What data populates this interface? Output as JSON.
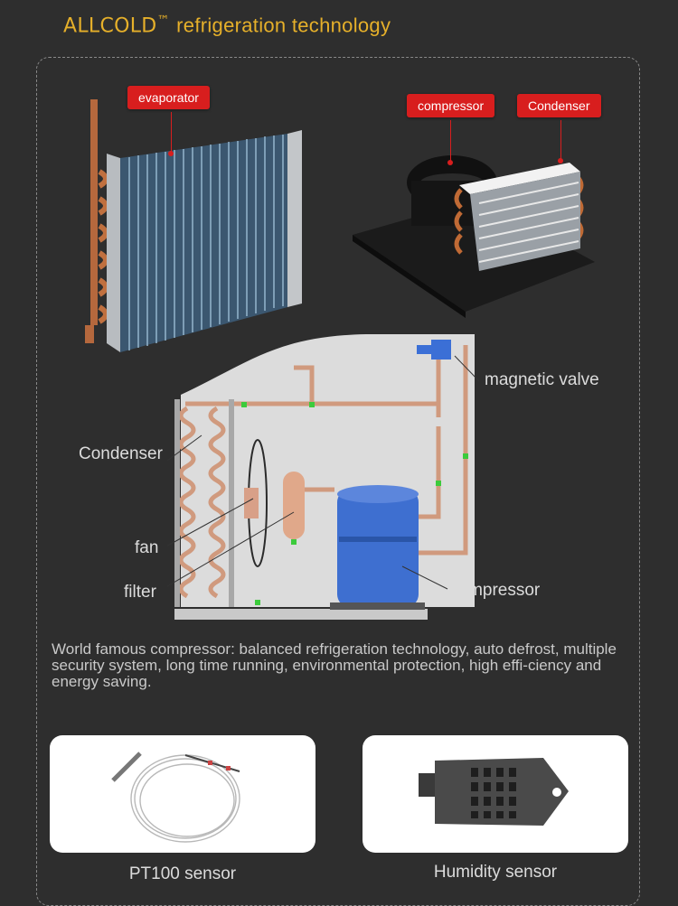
{
  "header": {
    "brand": "ALLCOLD",
    "trademark": "™",
    "title": "refrigeration technology"
  },
  "callouts": {
    "evaporator": "evaporator",
    "compressor": "compressor",
    "condenser": "Condenser"
  },
  "diagram": {
    "magnetic_valve": "magnetic valve",
    "condenser": "Condenser",
    "fan": "fan",
    "filter": "filter",
    "compressor": "compressor"
  },
  "description": "World famous compressor: balanced refrigeration technology, auto defrost, multiple security system, long time running, environmental protection, high effi-ciency and energy saving.",
  "sensors": [
    {
      "label": "PT100 sensor"
    },
    {
      "label": "Humidity sensor"
    }
  ],
  "colors": {
    "accent": "#e6b02a",
    "tag": "#d81e1e",
    "background": "#2e2e2e"
  }
}
